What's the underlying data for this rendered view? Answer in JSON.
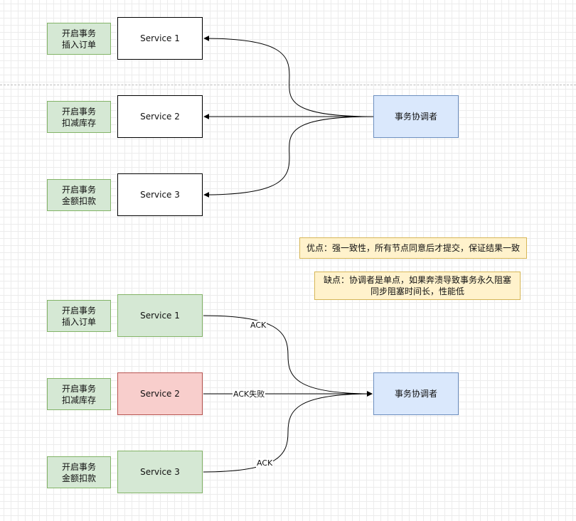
{
  "top": {
    "notes": [
      "开启事务\n插入订单",
      "开启事务\n扣减库存",
      "开启事务\n金额扣款"
    ],
    "services": [
      "Service 1",
      "Service 2",
      "Service 3"
    ],
    "coordinator": "事务协调者"
  },
  "bottom": {
    "notes": [
      "开启事务\n插入订单",
      "开启事务\n扣减库存",
      "开启事务\n金额扣款"
    ],
    "services": [
      "Service 1",
      "Service 2",
      "Service 3"
    ],
    "coordinator": "事务协调者",
    "edge_labels": [
      "ACK",
      "ACK失败",
      "ACK"
    ]
  },
  "pros": "优点：强一致性，所有节点同意后才提交，保证结果一致",
  "cons": "缺点：协调者是单点，如果奔溃导致事务永久阻塞\n同步阻塞时间长，性能低",
  "colors": {
    "note_fill": "#d5e8d4",
    "coordinator_fill": "#dae8fc",
    "failed_fill": "#f8cecc",
    "comment_fill": "#fff2cc"
  }
}
